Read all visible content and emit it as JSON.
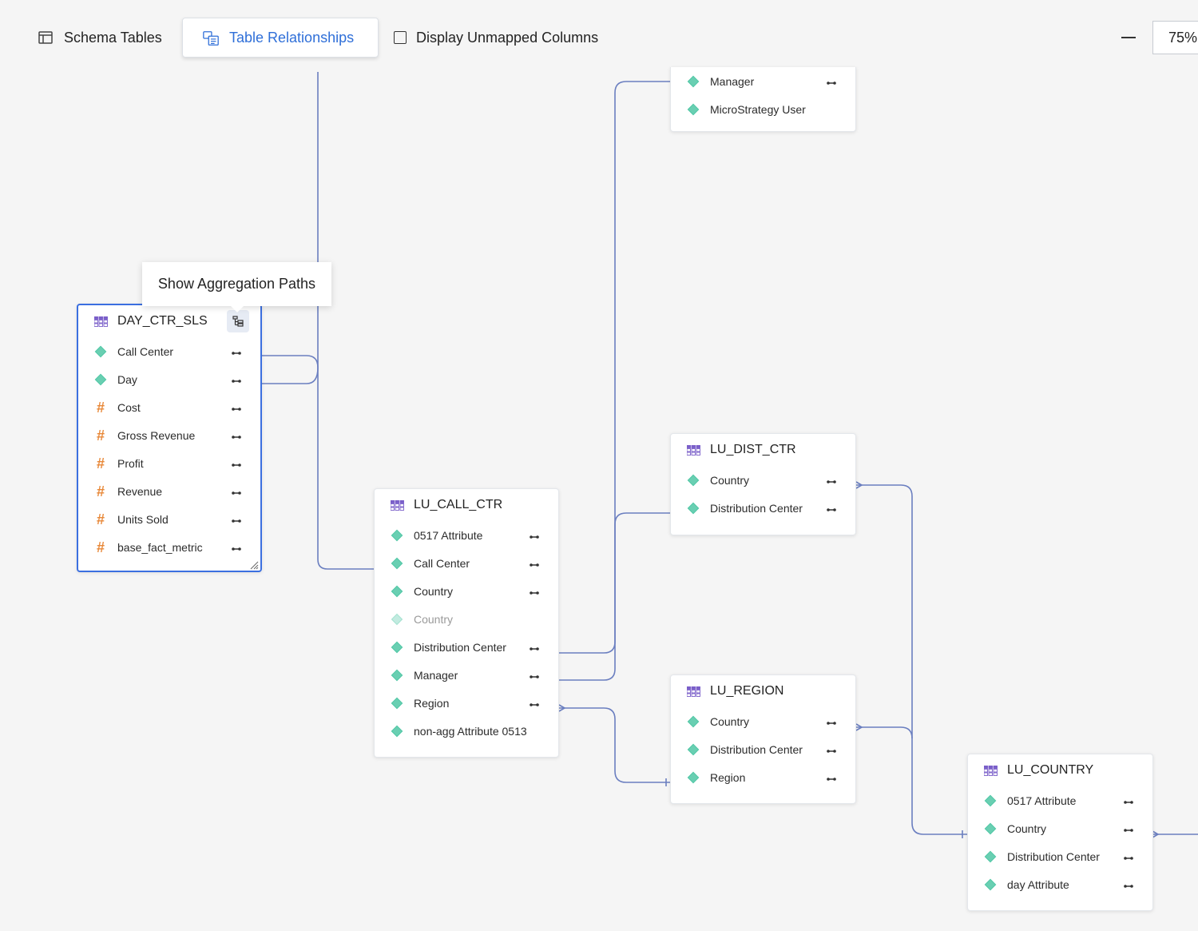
{
  "toolbar": {
    "schema_tables_label": "Schema Tables",
    "table_relationships_label": "Table Relationships",
    "display_unmapped_label": "Display Unmapped Columns",
    "display_unmapped_checked": false,
    "zoom_value": "75%",
    "zoom_out_icon": "minus-icon",
    "active_tab": "Table Relationships"
  },
  "tooltip": {
    "text": "Show Aggregation Paths"
  },
  "colors": {
    "accent": "#2f6fd8",
    "attribute": "#4fc7a5",
    "fact": "#e8893a",
    "table_icon": "#7a5fc9",
    "connector": "#6b7fc0"
  },
  "tables": {
    "top_partial": {
      "name": "",
      "columns": [
        {
          "label": "Manager",
          "kind": "attribute",
          "mapped": true
        },
        {
          "label": "MicroStrategy User",
          "kind": "attribute",
          "mapped": false
        }
      ]
    },
    "day_ctr_sls": {
      "name": "DAY_CTR_SLS",
      "columns": [
        {
          "label": "Call Center",
          "kind": "attribute",
          "mapped": true
        },
        {
          "label": "Day",
          "kind": "attribute",
          "mapped": true
        },
        {
          "label": "Cost",
          "kind": "fact",
          "mapped": true
        },
        {
          "label": "Gross Revenue",
          "kind": "fact",
          "mapped": true
        },
        {
          "label": "Profit",
          "kind": "fact",
          "mapped": true
        },
        {
          "label": "Revenue",
          "kind": "fact",
          "mapped": true
        },
        {
          "label": "Units Sold",
          "kind": "fact",
          "mapped": true
        },
        {
          "label": "base_fact_metric",
          "kind": "fact",
          "mapped": true
        }
      ]
    },
    "lu_call_ctr": {
      "name": "LU_CALL_CTR",
      "columns": [
        {
          "label": "0517 Attribute",
          "kind": "attribute",
          "mapped": true
        },
        {
          "label": "Call Center",
          "kind": "attribute",
          "mapped": true
        },
        {
          "label": "Country",
          "kind": "attribute",
          "mapped": true
        },
        {
          "label": "Country",
          "kind": "attribute",
          "mapped": false,
          "faded": true
        },
        {
          "label": "Distribution Center",
          "kind": "attribute",
          "mapped": true
        },
        {
          "label": "Manager",
          "kind": "attribute",
          "mapped": true
        },
        {
          "label": "Region",
          "kind": "attribute",
          "mapped": true
        },
        {
          "label": "non-agg Attribute 0513",
          "kind": "attribute",
          "mapped": false
        }
      ]
    },
    "lu_dist_ctr": {
      "name": "LU_DIST_CTR",
      "columns": [
        {
          "label": "Country",
          "kind": "attribute",
          "mapped": true
        },
        {
          "label": "Distribution Center",
          "kind": "attribute",
          "mapped": true
        }
      ]
    },
    "lu_region": {
      "name": "LU_REGION",
      "columns": [
        {
          "label": "Country",
          "kind": "attribute",
          "mapped": true
        },
        {
          "label": "Distribution Center",
          "kind": "attribute",
          "mapped": true
        },
        {
          "label": "Region",
          "kind": "attribute",
          "mapped": true
        }
      ]
    },
    "lu_country": {
      "name": "LU_COUNTRY",
      "columns": [
        {
          "label": "0517 Attribute",
          "kind": "attribute",
          "mapped": true
        },
        {
          "label": "Country",
          "kind": "attribute",
          "mapped": true
        },
        {
          "label": "Distribution Center",
          "kind": "attribute",
          "mapped": true
        },
        {
          "label": "day Attribute",
          "kind": "attribute",
          "mapped": true
        }
      ]
    }
  }
}
